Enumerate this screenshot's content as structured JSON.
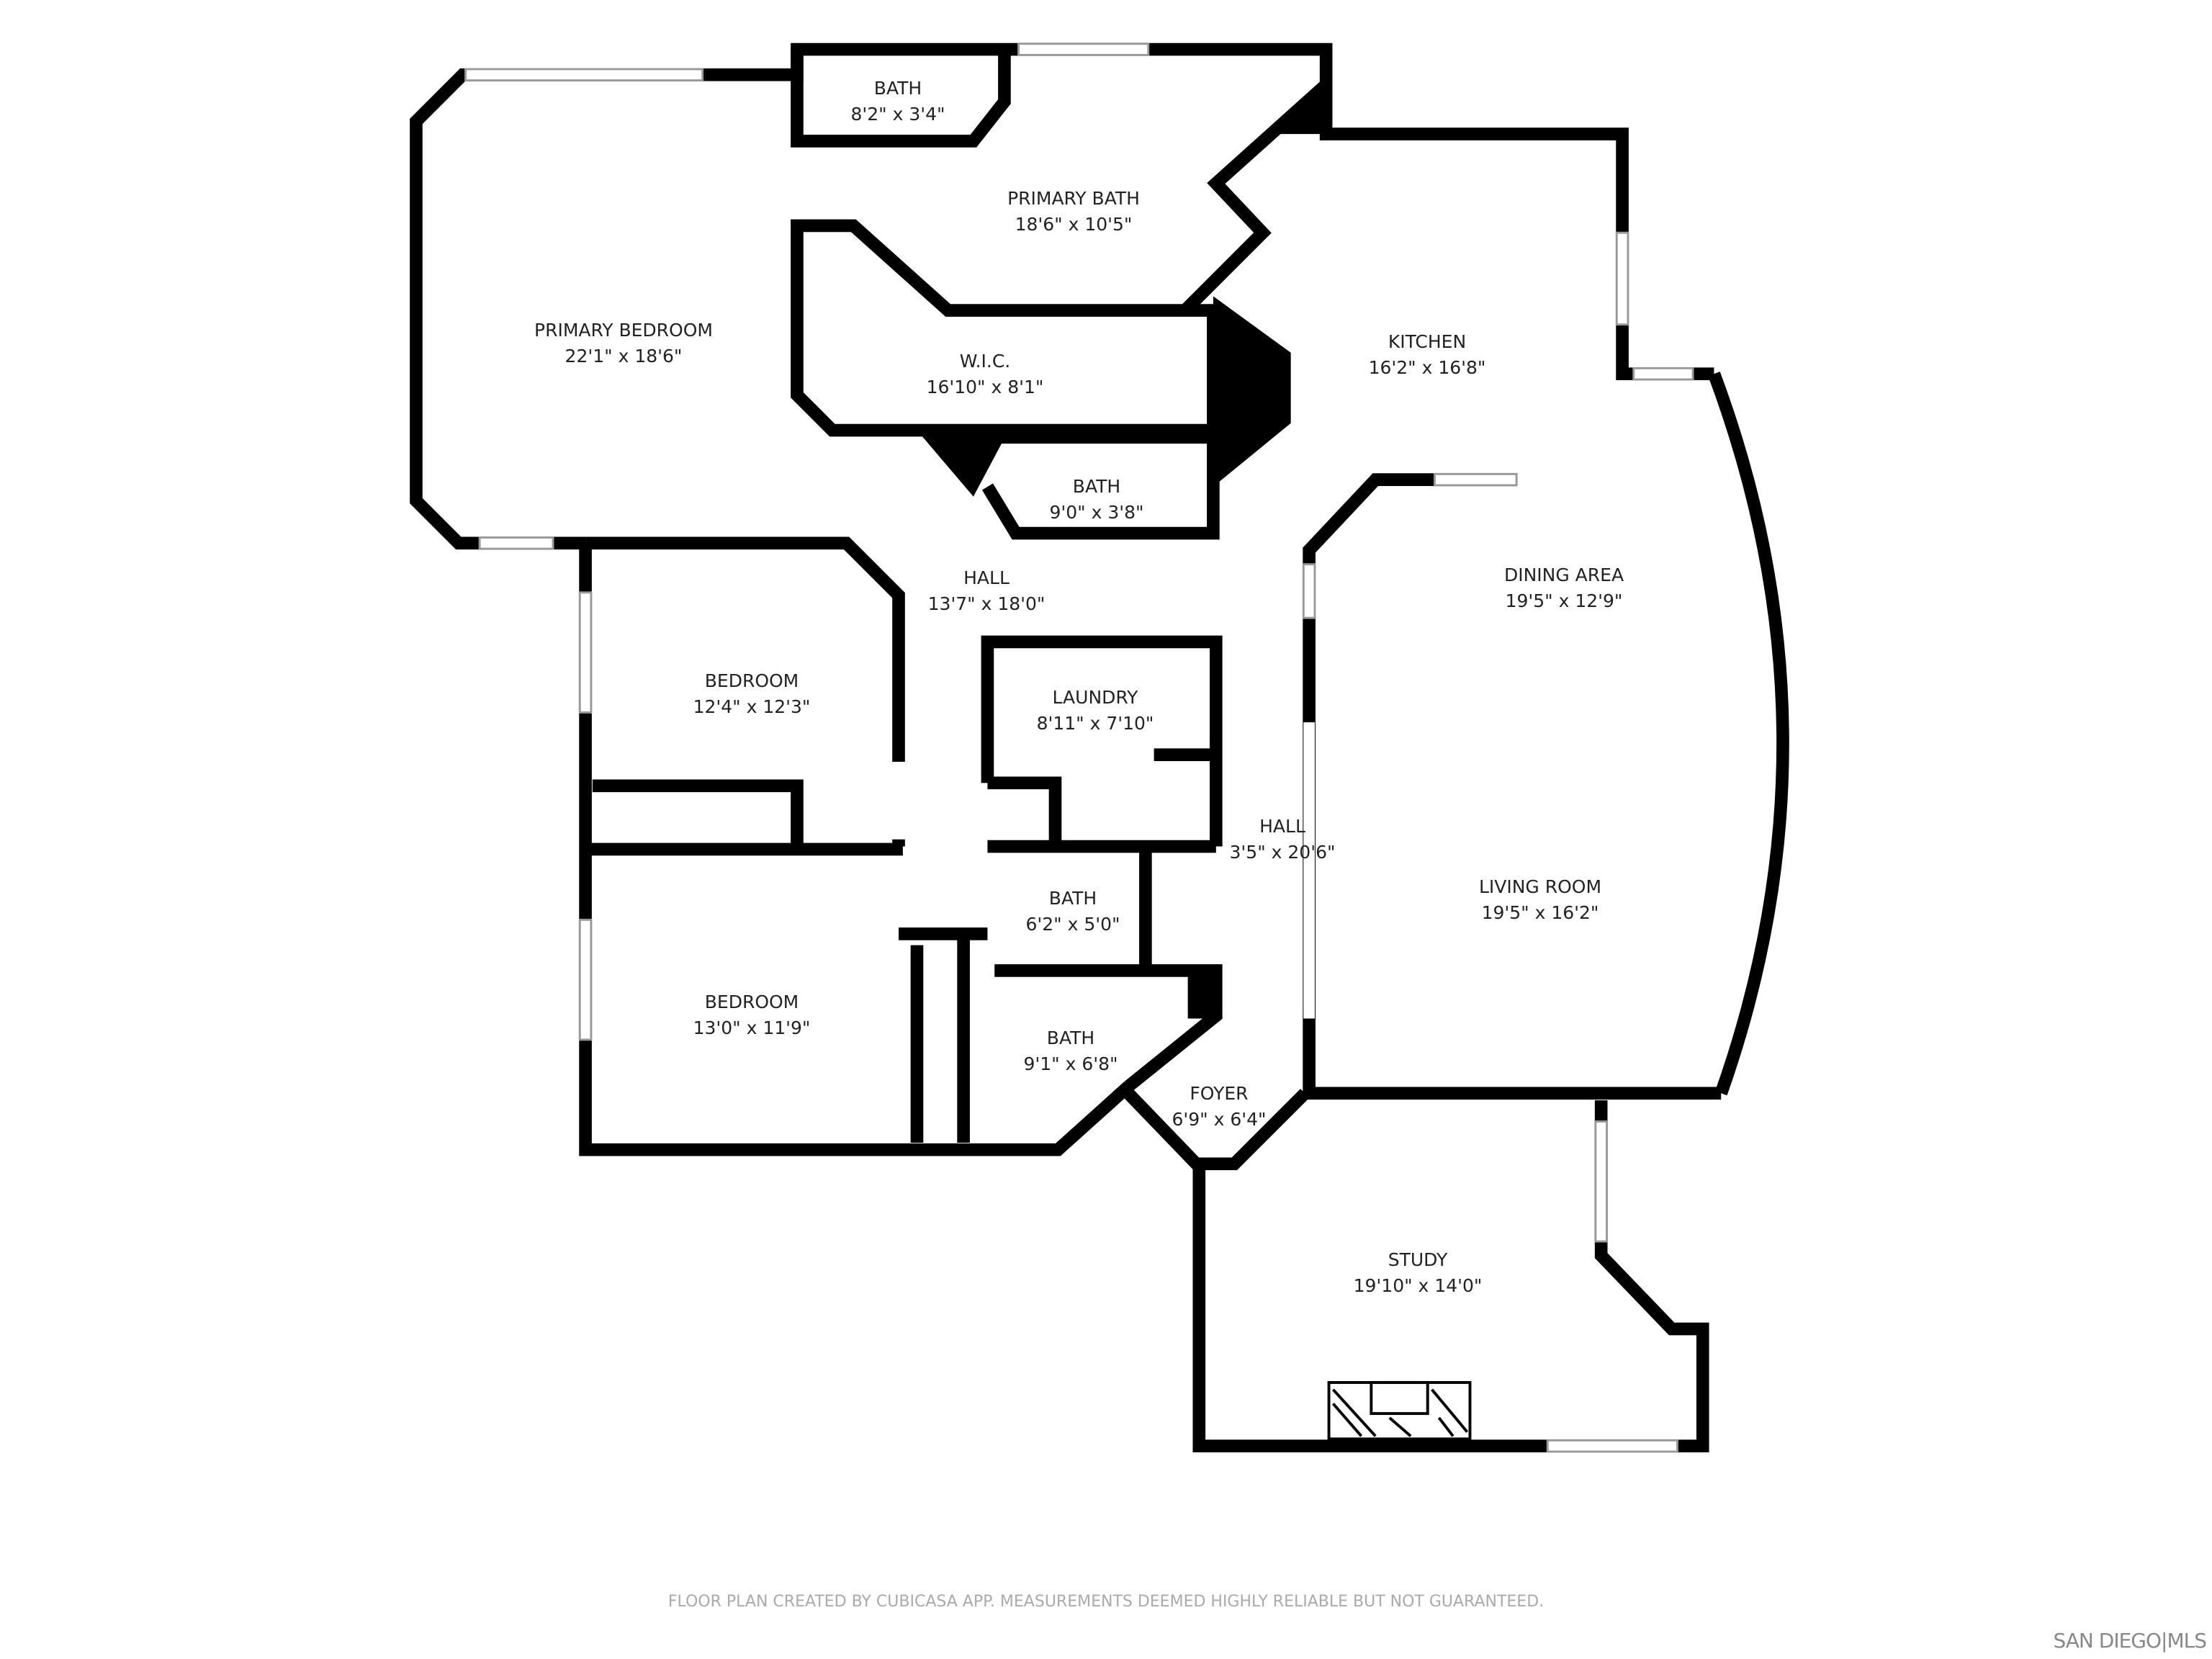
{
  "rooms": [
    {
      "name": "BATH",
      "dims": "8'2\" x 3'4\""
    },
    {
      "name": "PRIMARY BATH",
      "dims": "18'6\" x 10'5\""
    },
    {
      "name": "PRIMARY BEDROOM",
      "dims": "22'1\" x 18'6\""
    },
    {
      "name": "W.I.C.",
      "dims": "16'10\" x 8'1\""
    },
    {
      "name": "KITCHEN",
      "dims": "16'2\" x 16'8\""
    },
    {
      "name": "BATH",
      "dims": "9'0\" x 3'8\""
    },
    {
      "name": "HALL",
      "dims": "13'7\" x 18'0\""
    },
    {
      "name": "DINING AREA",
      "dims": "19'5\" x 12'9\""
    },
    {
      "name": "BEDROOM",
      "dims": "12'4\" x 12'3\""
    },
    {
      "name": "LAUNDRY",
      "dims": "8'11\" x 7'10\""
    },
    {
      "name": "HALL",
      "dims": "3'5\" x 20'6\""
    },
    {
      "name": "LIVING ROOM",
      "dims": "19'5\" x 16'2\""
    },
    {
      "name": "BATH",
      "dims": "6'2\" x 5'0\""
    },
    {
      "name": "BEDROOM",
      "dims": "13'0\" x 11'9\""
    },
    {
      "name": "BATH",
      "dims": "9'1\" x 6'8\""
    },
    {
      "name": "FOYER",
      "dims": "6'9\" x 6'4\""
    },
    {
      "name": "STUDY",
      "dims": "19'10\" x 14'0\""
    }
  ],
  "footer": {
    "disclaimer": "FLOOR PLAN CREATED BY CUBICASA APP. MEASUREMENTS DEEMED HIGHLY RELIABLE BUT NOT GUARANTEED.",
    "logo": "SAN DIEGO|MLS"
  },
  "colors": {
    "wall": "#000000",
    "window": "#ffffff",
    "text": "#222222"
  }
}
